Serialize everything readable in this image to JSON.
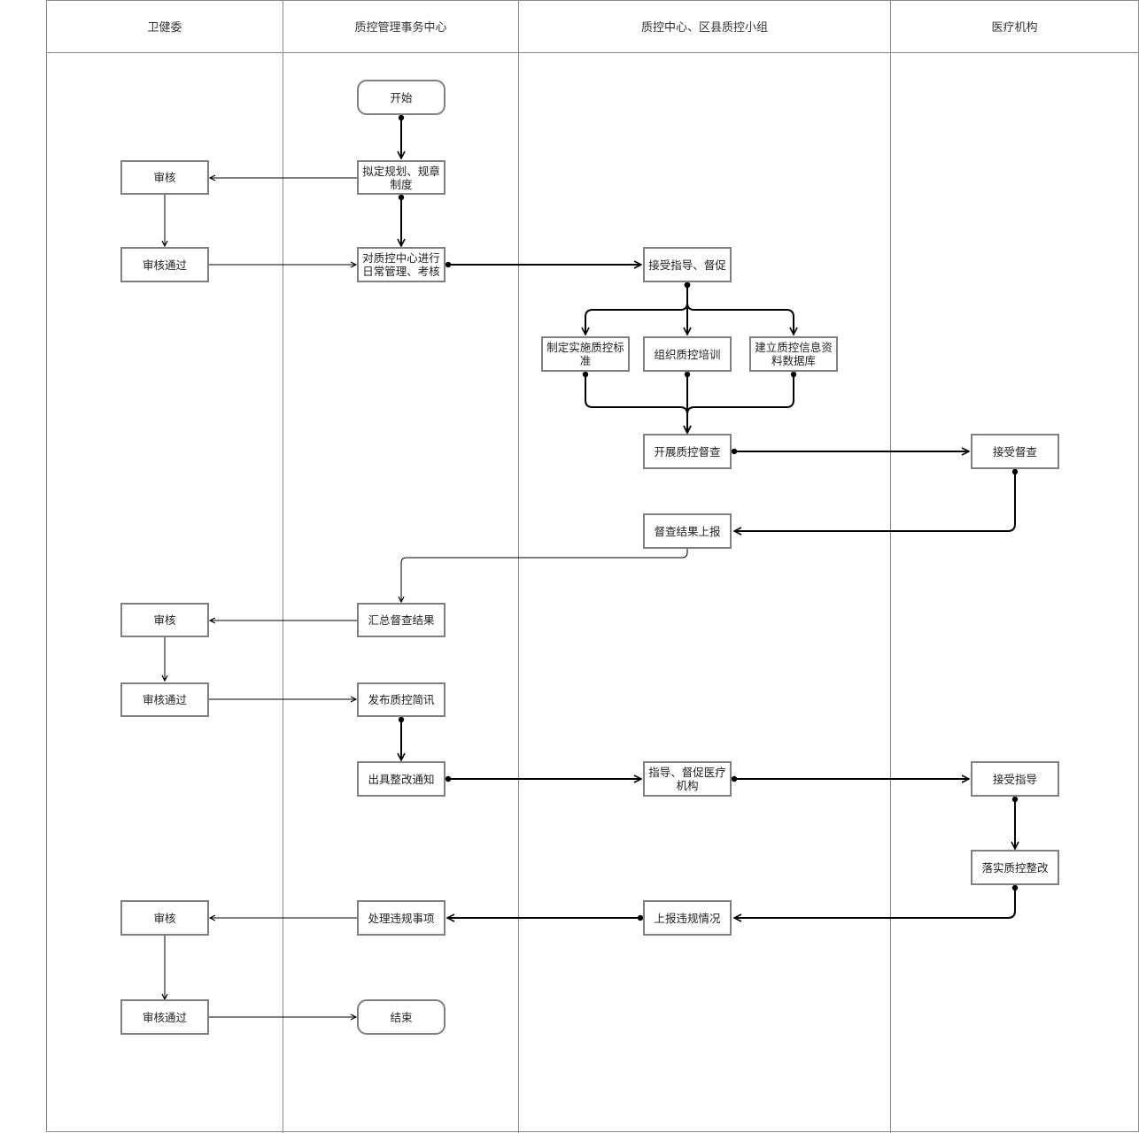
{
  "lanes": {
    "wjw": "卫健委",
    "center": "质控管理事务中心",
    "group": "质控中心、区县质控小组",
    "org": "医疗机构"
  },
  "nodes": {
    "start": "开始",
    "draft": "拟定规划、规章制度",
    "review1": "审核",
    "approve1": "审核通过",
    "manage": "对质控中心进行日常管理、考核",
    "accept_guide": "接受指导、督促",
    "std": "制定实施质控标准",
    "train": "组织质控培训",
    "db": "建立质控信息资料数据库",
    "inspect": "开展质控督查",
    "accept_inspect": "接受督查",
    "report": "督查结果上报",
    "summary": "汇总督查结果",
    "review2": "审核",
    "approve2": "审核通过",
    "publish": "发布质控简讯",
    "notice": "出具整改通知",
    "guide_org": "指导、督促医疗机构",
    "accept_guidance": "接受指导",
    "rectify": "落实质控整改",
    "report_violation": "上报违规情况",
    "handle": "处理违规事项",
    "review3": "审核",
    "approve3": "审核通过",
    "end": "结束"
  }
}
